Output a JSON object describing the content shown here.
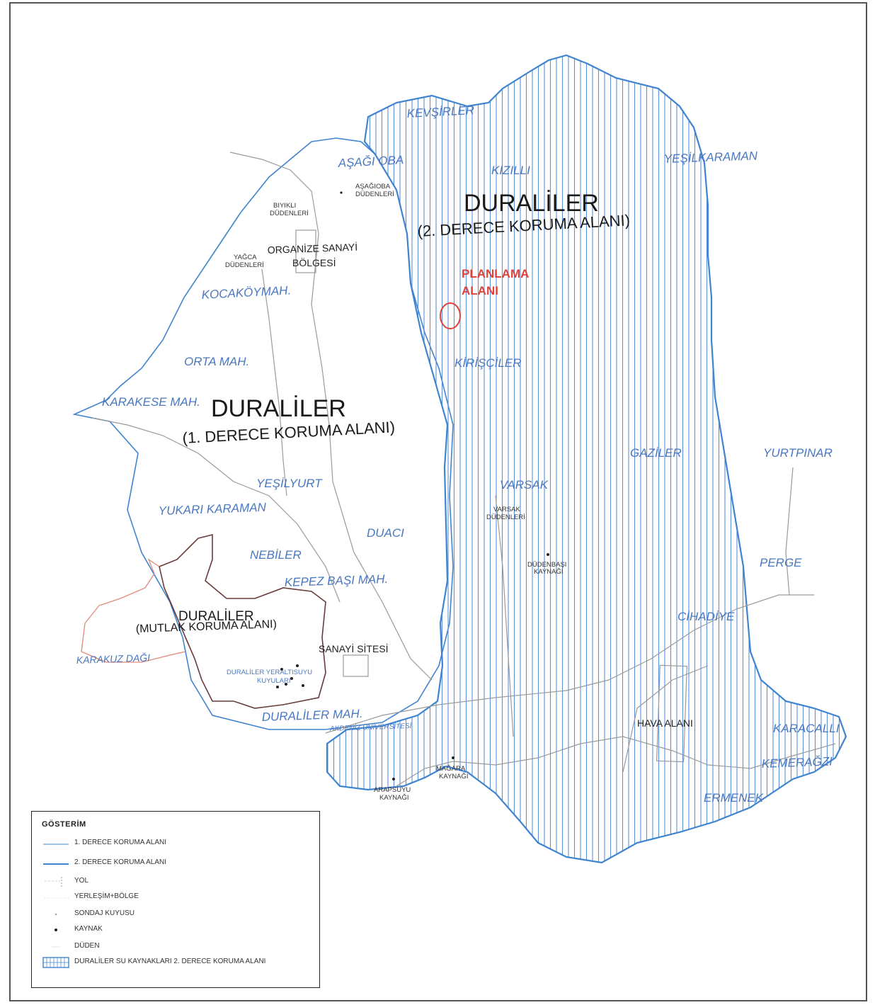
{
  "map": {
    "zone2": {
      "name": "DURALİLER",
      "subtitle": "(2. DERECE KORUMA ALANI)"
    },
    "zone1": {
      "name": "DURALİLER",
      "subtitle": "(1. DERECE KORUMA ALANI)"
    },
    "zone_absolute": {
      "name": "DURALİLER",
      "subtitle": "(MUTLAK KORUMA ALANI)"
    },
    "planning_area": {
      "line1": "PLANLAMA",
      "line2": "ALANI"
    },
    "places": {
      "kevsirler": "KEVŞİRLER",
      "asagi_oba": "AŞAĞI OBA",
      "kizilli": "KIZILLI",
      "yesilkaraman": "YEŞİLKARAMAN",
      "kocakoy": "KOCAKÖYMAH.",
      "orta": "ORTA MAH.",
      "karakese": "KARAKESE MAH.",
      "kirisciler": "KİRİŞÇİLER",
      "gaziler": "GAZİLER",
      "yurtpinar": "YURTPINAR",
      "varsak": "VARSAK",
      "yesilyurt": "YEŞİLYURT",
      "yukari_karaman": "YUKARI KARAMAN",
      "duaci": "DUACI",
      "nebiler": "NEBİLER",
      "kepez": "KEPEZ BAŞI MAH.",
      "perge": "PERGE",
      "cihadiye": "CİHADİYE",
      "karakuz": "KARAKUZ DAĞI",
      "duraliler_mah": "DURALİLER MAH.",
      "akdeniz": "AKDENİZ ÜNİVERSİTESİ",
      "karacalli": "KARACALLI",
      "kemeragzi": "KEMERAĞZI",
      "ermenek": "ERMENEK"
    },
    "features": {
      "osb_1": "ORGANİZE SANAYİ",
      "osb_2": "BÖLGESİ",
      "sanayi_sitesi": "SANAYİ SİTESİ",
      "hava_alani": "HAVA ALANI",
      "asagioba_1": "AŞAĞIOBA",
      "asagioba_2": "DÜDENLERİ",
      "biyikli_1": "BIYIKLI",
      "biyikli_2": "DÜDENLERİ",
      "yagca_1": "YAĞCA",
      "yagca_2": "DÜDENLERİ",
      "varsak_d1": "VARSAK",
      "varsak_d2": "DÜDENLERİ",
      "dudenbasi_1": "DÜDENBAŞI",
      "dudenbasi_2": "KAYNAĞI",
      "wells_1": "DURALİLER YERALTISUYU",
      "wells_2": "KUYULARI",
      "magara_1": "MAĞARA",
      "magara_2": "KAYNAĞI",
      "arapsuyu_1": "ARAPSUYU",
      "arapsuyu_2": "KAYNAĞI"
    },
    "colors": {
      "zone_blue": "#3f84d0",
      "hatch_blue": "#5b8fd6",
      "place_label": "#4a78c0",
      "planning_red": "#e0413a",
      "absolute_zone": "#6b3a3a",
      "road_gray": "#9a9a9a"
    }
  },
  "legend": {
    "title": "GÖSTERİM",
    "items": [
      {
        "label": "1. DERECE KORUMA ALANI",
        "icon": "thin-blue-line"
      },
      {
        "label": "2. DERECE KORUMA ALANI",
        "icon": "thick-blue-line"
      },
      {
        "label": "YOL",
        "icon": "road-line"
      },
      {
        "label": "YERLEŞİM+BÖLGE",
        "icon": "settlement-line"
      },
      {
        "label": "SONDAJ KUYUSU",
        "icon": "well-dot"
      },
      {
        "label": "KAYNAK",
        "icon": "spring-dot"
      },
      {
        "label": "DÜDEN",
        "icon": "sinkhole-mark"
      },
      {
        "label": "DURALİLER SU KAYNAKLARI 2. DERECE KORUMA ALANI",
        "icon": "hatched-box"
      }
    ]
  }
}
